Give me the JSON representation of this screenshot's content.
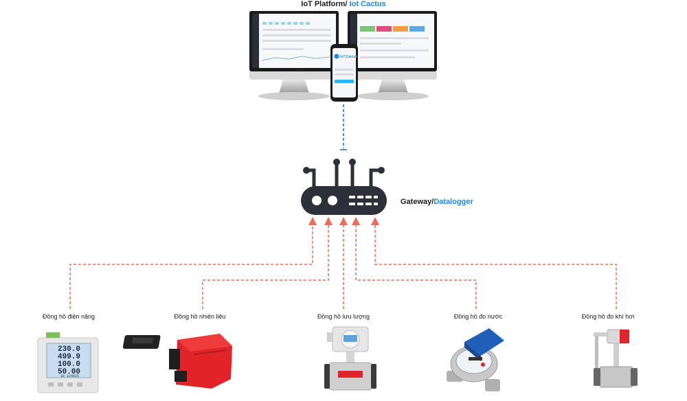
{
  "platform": {
    "title_main": "IoT Platform/ ",
    "title_accent": "Iot Cactus",
    "phone_brand": "IoT Cactus"
  },
  "gateway": {
    "label_main": "Gateway/",
    "label_accent": "Datalogger"
  },
  "devices": [
    {
      "label": "Đồng hồ điện năng"
    },
    {
      "label": "Đồng hồ nhiên liệu"
    },
    {
      "label": "Đồng hồ lưu lượng"
    },
    {
      "label": "Đồng hồ đo nước"
    },
    {
      "label": "Đồng hồ đo khí hơi"
    }
  ],
  "power_meter": {
    "readings": [
      "230.0",
      "499.9",
      "100.0",
      "50.00"
    ],
    "footer": "18 124625"
  },
  "colors": {
    "accent": "#1e88e5",
    "uplink": "#1565c0",
    "sensor_link": "#f06a55",
    "gateway": "#2d3038"
  }
}
